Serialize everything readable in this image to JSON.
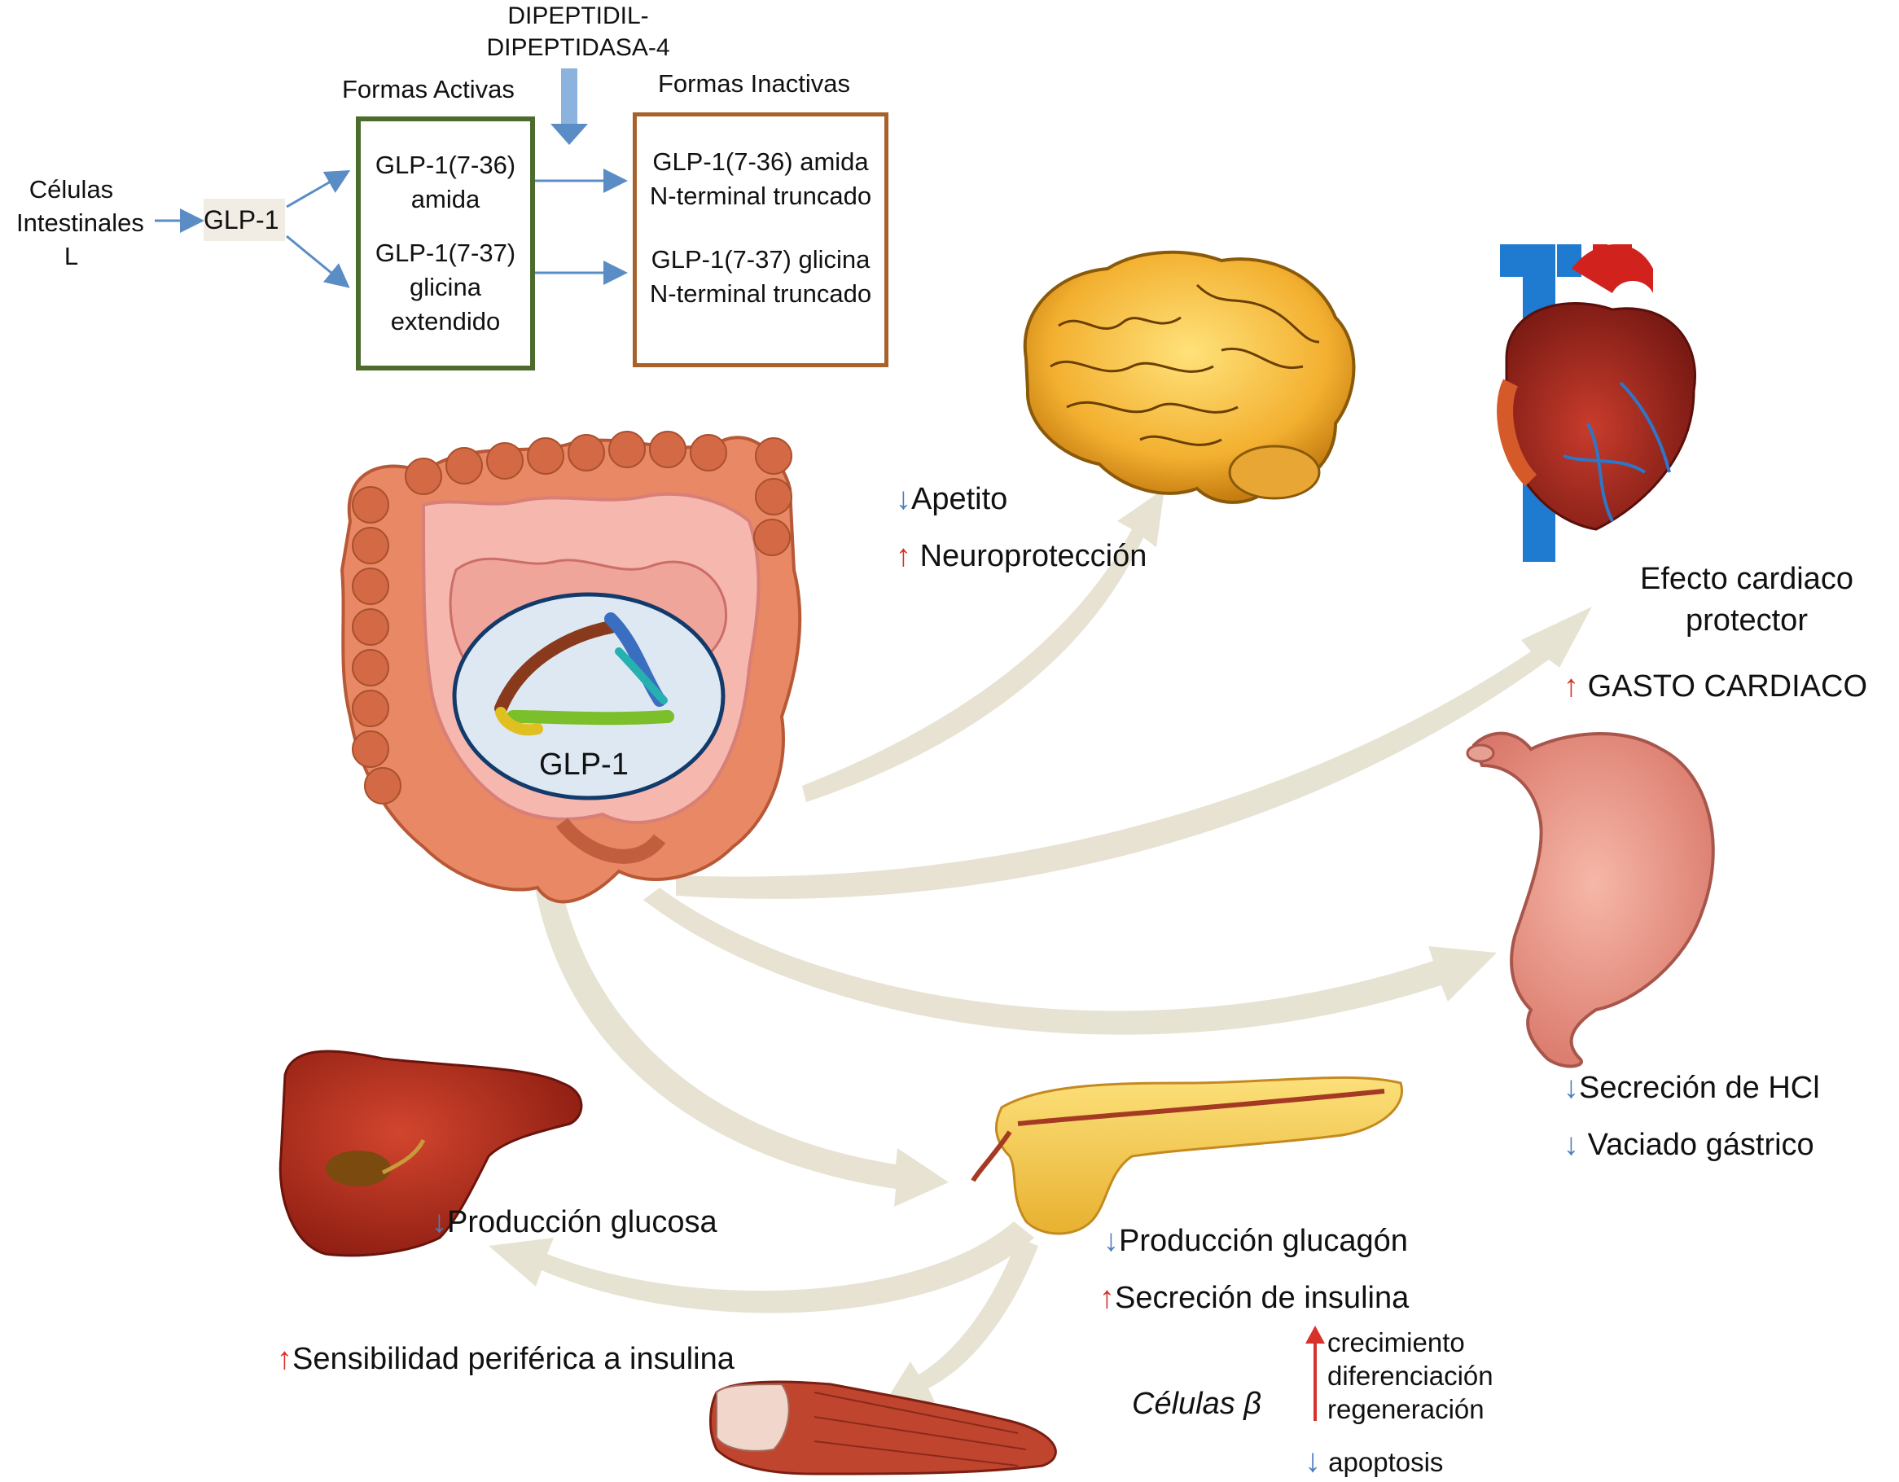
{
  "pathway": {
    "source": [
      "Células",
      "Intestinales",
      "L"
    ],
    "glp1": "GLP-1",
    "enzyme": [
      "DIPEPTIDIL-",
      "DIPEPTIDASA-4"
    ],
    "active_title": "Formas Activas",
    "inactive_title": "Formas Inactivas",
    "active_forms": [
      [
        "GLP-1(7-36)",
        "amida"
      ],
      [
        "GLP-1(7-37)",
        "glicina",
        "extendido"
      ]
    ],
    "inactive_forms": [
      [
        "GLP-1(7-36) amida",
        "N-terminal truncado"
      ],
      [
        "GLP-1(7-37) glicina",
        "N-terminal truncado"
      ]
    ]
  },
  "intestine": {
    "label": "GLP-1"
  },
  "brain": {
    "effects": [
      {
        "arrow": "↓",
        "text": "Apetito"
      },
      {
        "arrow": "↑",
        "text": "Neuroprotección"
      }
    ]
  },
  "heart": {
    "title": [
      "Efecto cardiaco",
      "protector"
    ],
    "effect": {
      "arrow": "↑",
      "text": "GASTO CARDIACO"
    }
  },
  "stomach": {
    "effects": [
      {
        "arrow": "↓",
        "text": "Secreción de HCl"
      },
      {
        "arrow": "↓",
        "text": "Vaciado gástrico"
      }
    ]
  },
  "liver": {
    "effect": {
      "arrow": "↓",
      "text": "Producción glucosa"
    }
  },
  "pancreas": {
    "effects": [
      {
        "arrow": "↓",
        "text": "Producción glucagón"
      },
      {
        "arrow": "↑",
        "text": "Secreción de insulina"
      }
    ],
    "beta_cells": "Células β",
    "beta_up": [
      "crecimiento",
      "diferenciación",
      "regeneración"
    ],
    "beta_down": "apoptosis"
  },
  "muscle": {
    "effect": {
      "arrow": "↑",
      "text": "Sensibilidad periférica a insulina"
    }
  },
  "colors": {
    "up_arrow": "#d7322a",
    "down_arrow": "#4a7fc0",
    "active_box": "#4e6b2e",
    "inactive_box": "#a8612a",
    "flow_arrow": "#e6e1d0"
  }
}
